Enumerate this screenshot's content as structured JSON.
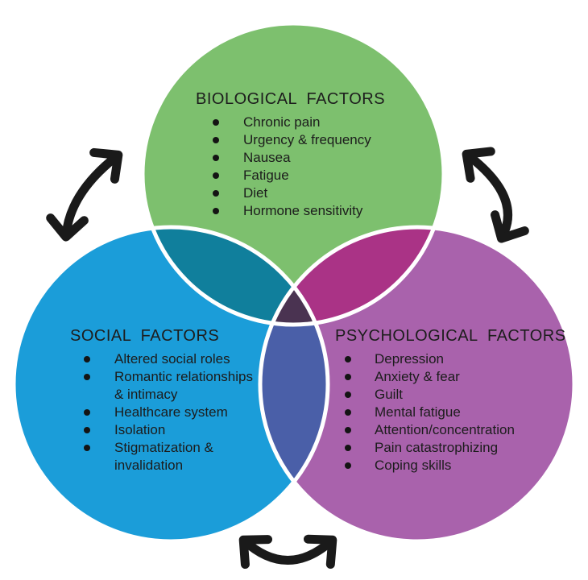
{
  "diagram": {
    "type": "venn-3",
    "circles": [
      {
        "id": "biological",
        "title": "BIOLOGICAL FACTORS",
        "color": "#7dc06e",
        "items": [
          "Chronic pain",
          "Urgency & frequency",
          "Nausea",
          "Fatigue",
          "Diet",
          "Hormone sensitivity"
        ]
      },
      {
        "id": "social",
        "title": "SOCIAL FACTORS",
        "color": "#1b9dd9",
        "items": [
          "Altered social roles",
          "Romantic relationships & intimacy",
          "Healthcare system",
          "Isolation",
          "Stigmatization & invalidation"
        ]
      },
      {
        "id": "psychological",
        "title": "PSYCHOLOGICAL FACTORS",
        "color": "#a962ac",
        "items": [
          "Depression",
          "Anxiety & fear",
          "Guilt",
          "Mental fatigue",
          "Attention/concentration",
          "Pain catastrophizing",
          "Coping skills"
        ]
      }
    ],
    "overlap_colors": {
      "biological_social": "#107f9c",
      "biological_psychological": "#aa3386",
      "social_psychological": "#4a5fa8",
      "center": "#4a3351"
    },
    "outline_color": "#ffffff",
    "arrow_color": "#1a1a1a",
    "text_color": "#1c1c1c"
  }
}
